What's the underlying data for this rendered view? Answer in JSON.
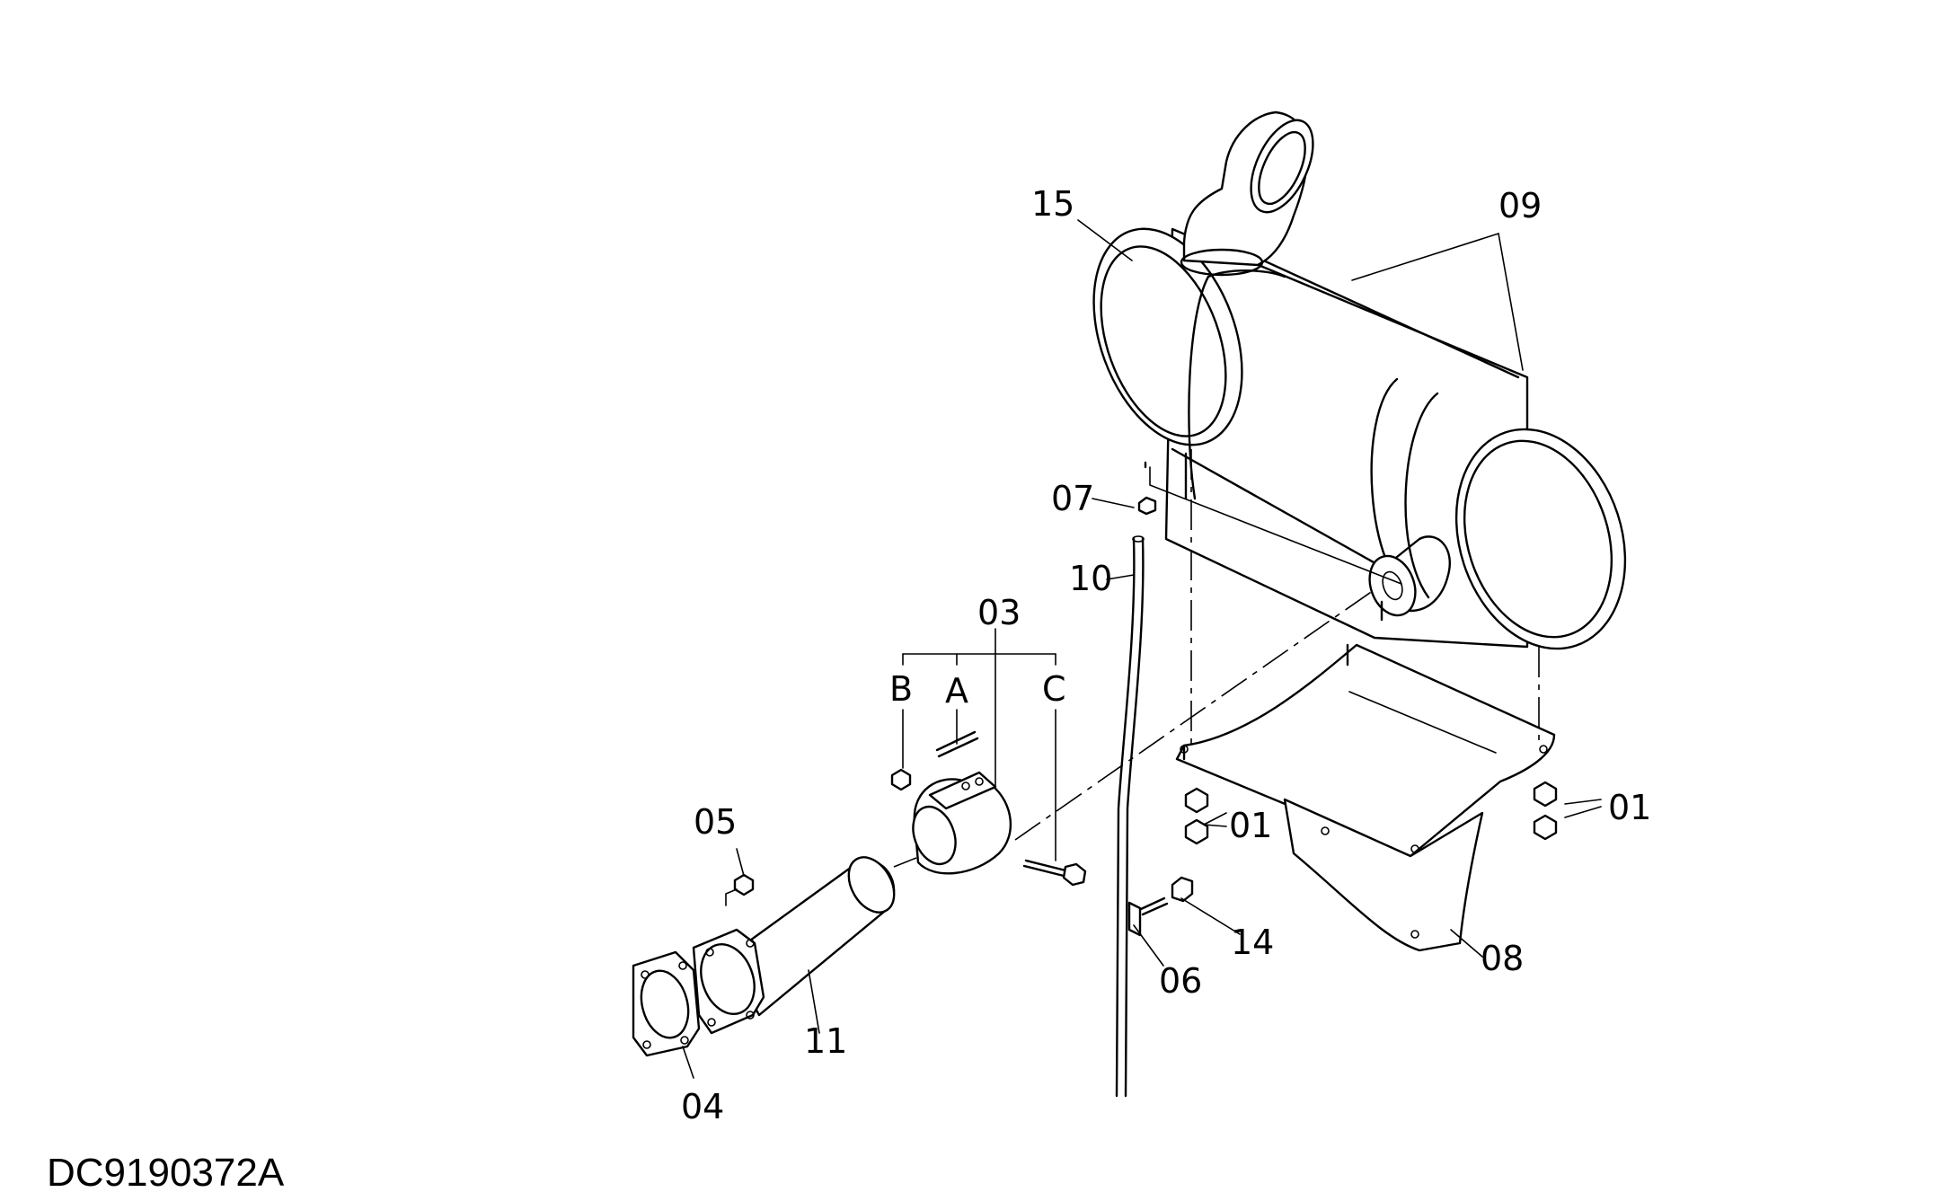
{
  "drawing_code": "DC9190372A",
  "callouts": {
    "c15": "15",
    "c09": "09",
    "c07": "07",
    "c10": "10",
    "c03": "03",
    "cB": "B",
    "cA": "A",
    "cC": "C",
    "c05": "05",
    "c01a": "01",
    "c01b": "01",
    "c14": "14",
    "c06": "06",
    "c08": "08",
    "c11": "11",
    "c04": "04"
  }
}
